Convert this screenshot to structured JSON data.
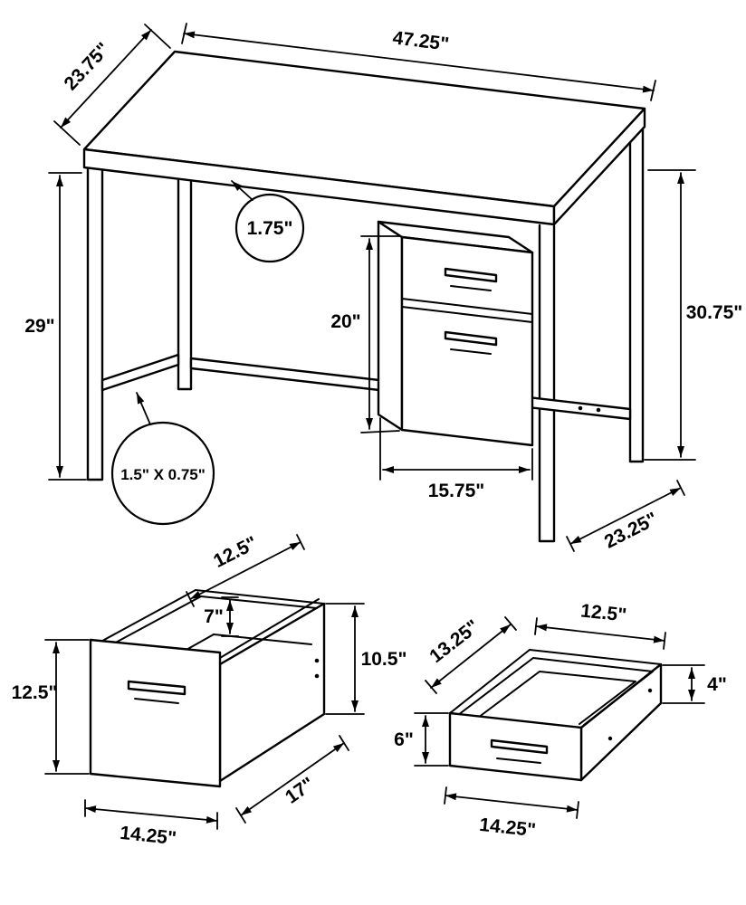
{
  "labels": {
    "desk": {
      "depth": "23.75\"",
      "width": "47.25\"",
      "top_thickness": "1.75\"",
      "height_left": "29\"",
      "height_overall": "30.75\"",
      "drawer_unit_height": "20\"",
      "drawer_unit_width": "15.75\"",
      "base_depth": "23.25\"",
      "frame_tube": "1.5\" X 0.75\""
    },
    "file_drawer": {
      "front_height": "12.5\"",
      "top_depth": "12.5\"",
      "back_inner_height": "7\"",
      "side_height": "10.5\"",
      "front_width": "14.25\"",
      "side_depth": "17\""
    },
    "small_drawer": {
      "side_depth": "13.25\"",
      "top_width": "12.5\"",
      "front_height": "6\"",
      "back_height": "4\"",
      "front_width": "14.25\""
    }
  }
}
